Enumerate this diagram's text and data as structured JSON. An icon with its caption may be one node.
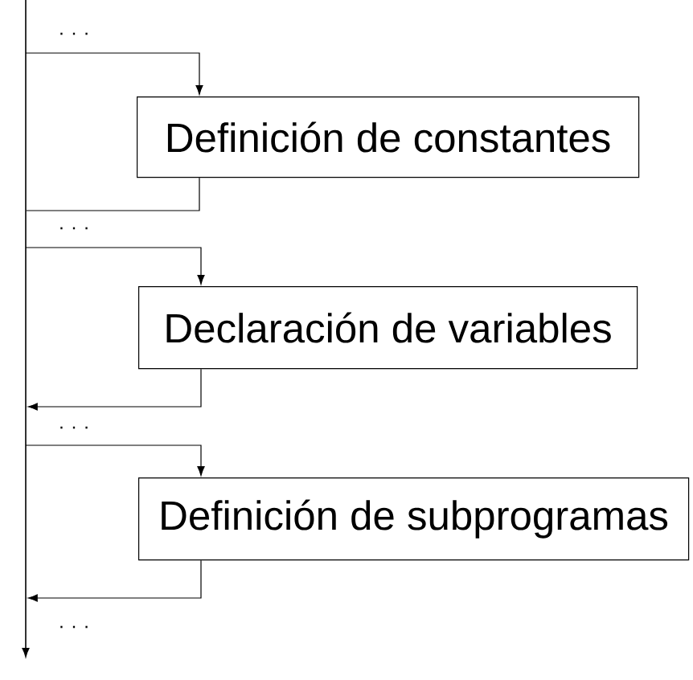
{
  "diagram": {
    "nodes": [
      {
        "text": [
          "Definición de constantes"
        ]
      },
      {
        "text": [
          "Declaración de variables"
        ]
      },
      {
        "text": [
          "Definición de subprogramas"
        ]
      }
    ],
    "edges": [
      {
        "from": null,
        "to": 0,
        "arrow": "to"
      },
      {
        "from": 0,
        "to": null,
        "arrow": "none"
      },
      {
        "from": null,
        "to": 1,
        "arrow": "to"
      },
      {
        "from": 1,
        "to": null,
        "arrow": "to"
      },
      {
        "from": null,
        "to": 2,
        "arrow": "to"
      },
      {
        "from": 2,
        "to": null,
        "arrow": "to"
      }
    ],
    "labels": [
      ". . .",
      ". . .",
      ". . .",
      ". . ."
    ]
  }
}
